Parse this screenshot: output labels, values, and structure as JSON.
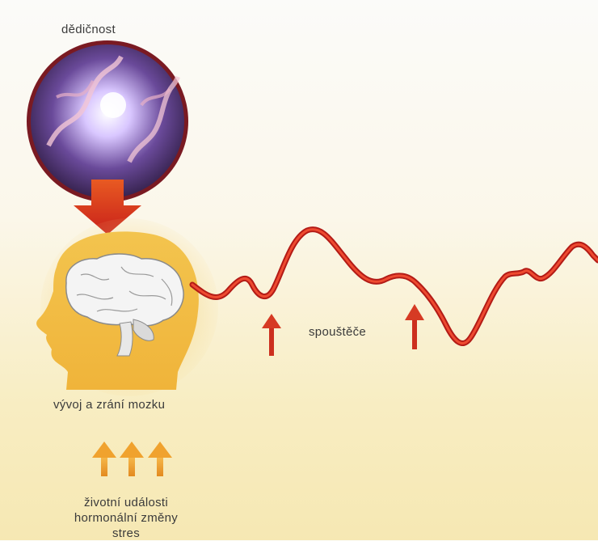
{
  "labels": {
    "heredity": "dědičnost",
    "triggers": "spouštěče",
    "brain_development": "vývoj a zrání mozku",
    "factors": [
      "životní události",
      "hormonální změny",
      "stres"
    ]
  },
  "icons": [
    "dna-photo-icon",
    "head-silhouette-icon",
    "brain-icon"
  ],
  "colors": {
    "wave": "#d42a1e",
    "big_arrow": "#e0401c",
    "trigger_arrow": "#d33a22",
    "factor_arrow": "#f0a02c",
    "head": "#f2b83c",
    "background": "#f8edc2"
  }
}
